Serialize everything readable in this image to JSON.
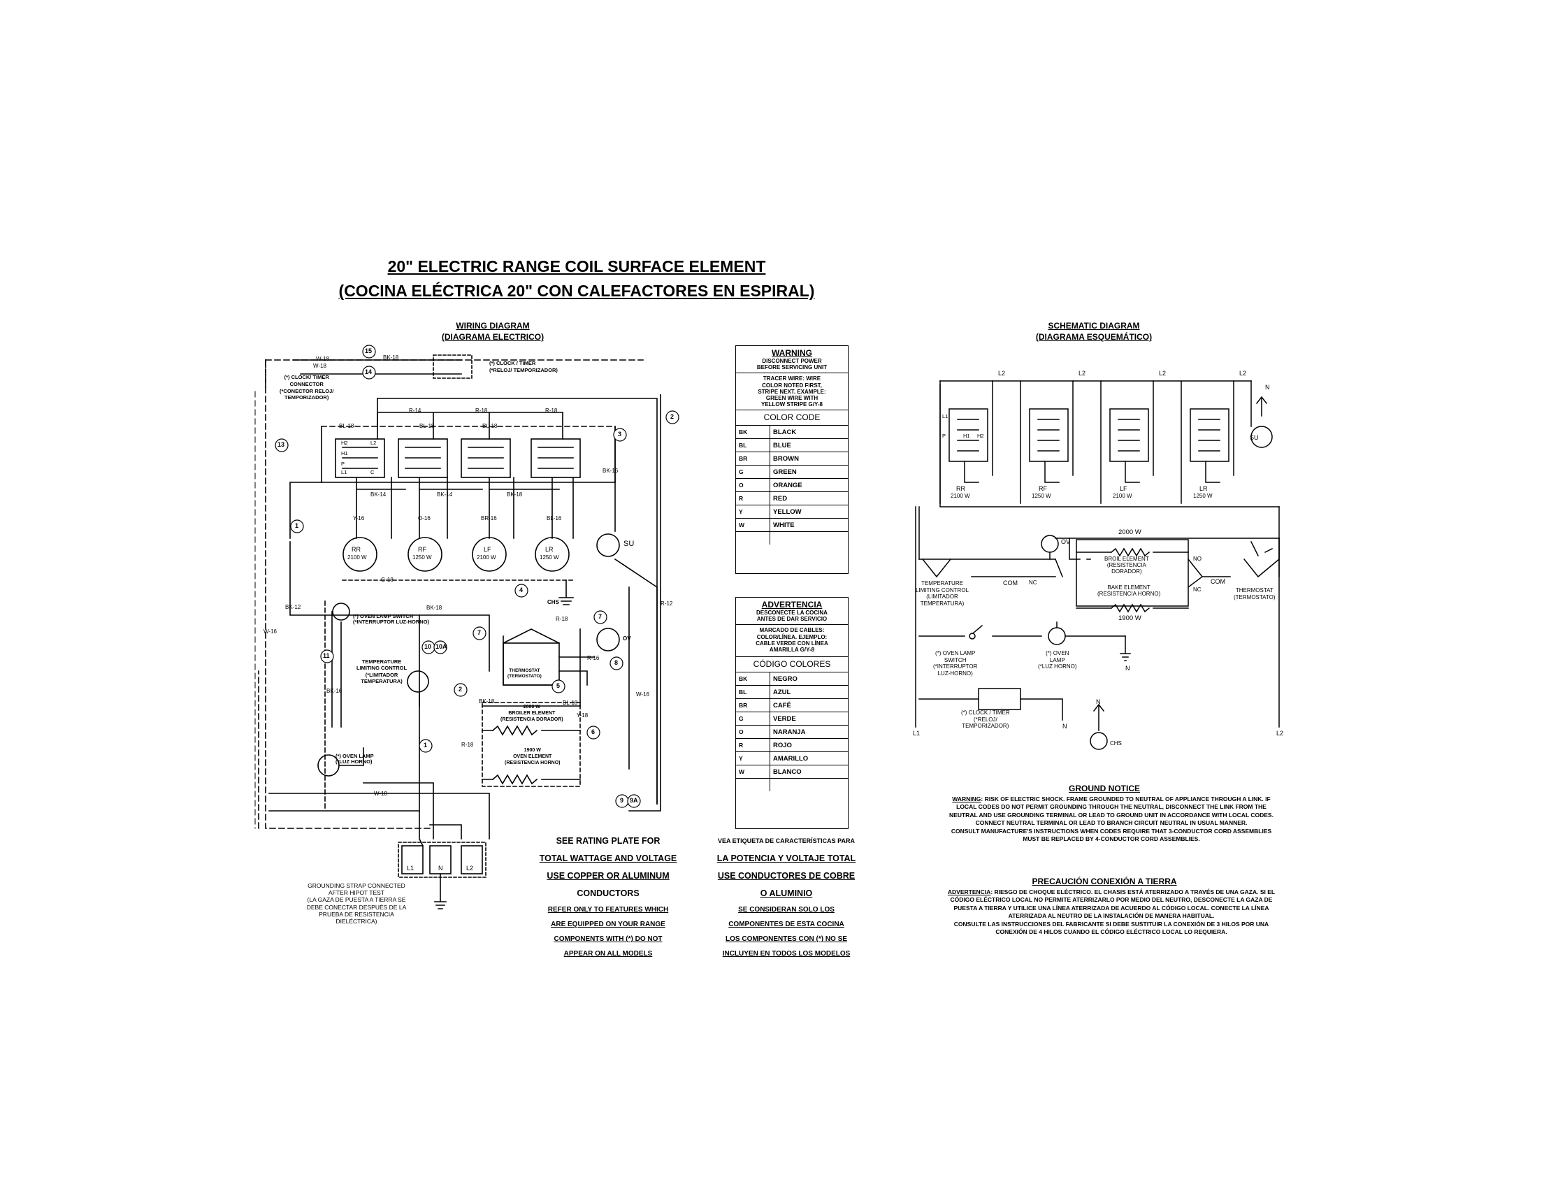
{
  "title": {
    "line1": "20\" ELECTRIC RANGE COIL SURFACE ELEMENT",
    "line2": "(COCINA ELÉCTRICA 20\" CON CALEFACTORES EN ESPIRAL)"
  },
  "wiring": {
    "heading": "WIRING DIAGRAM",
    "heading_es": "(DIAGRAMA ELECTRICO)",
    "clock_connector": "(*) CLOCK/ TIMER\nCONNECTOR\n(*CONECTOR RELOJ/\nTEMPORIZADOR)",
    "clock_timer": "(*) CLOCK / TIMER\n(*RELOJ/ TEMPORIZADOR)",
    "wires": [
      "W-18",
      "BK-18",
      "R-14",
      "R-18",
      "R-18",
      "BL-18",
      "BL-18",
      "BL-18",
      "BK-14",
      "BK-14",
      "BK-18",
      "BK-16",
      "Y-16",
      "O-16",
      "BR-16",
      "BL-16",
      "G-18",
      "BK-12",
      "W-16",
      "BK-16",
      "BK-18",
      "R-18",
      "R-16",
      "BL-18",
      "Y-18",
      "R-18",
      "W-18",
      "W-18",
      "R-12",
      "W-16",
      "BK-18"
    ],
    "callouts": [
      "15",
      "14",
      "13",
      "2",
      "3",
      "1",
      "4",
      "7",
      "7",
      "8",
      "11",
      "10",
      "10A",
      "2",
      "5",
      "6",
      "1",
      "9",
      "9A"
    ],
    "elements": [
      {
        "code": "RR",
        "watts": "2100 W"
      },
      {
        "code": "RF",
        "watts": "1250 W"
      },
      {
        "code": "LF",
        "watts": "2100 W"
      },
      {
        "code": "LR",
        "watts": "1250 W"
      }
    ],
    "switch_terminals": [
      "H2",
      "L2",
      "H1",
      "L1",
      "P",
      "C"
    ],
    "su": "SU",
    "chs": "CHS",
    "ov": "OV",
    "oven_lamp_switch": "(*) OVEN LAMP SWITCH\n(*INTERRUPTOR LUZ-HORNO)",
    "temp_limit": "TEMPERATURE\nLIMITING CONTROL\n(*LIMITADOR\nTEMPERATURA)",
    "thermostat": "THERMOSTAT\n(TERMOSTATO)",
    "broiler": "2000 W\nBROILER ELEMENT\n(RESISTENCIA DORADOR)",
    "oven_element": "1900 W\nOVEN ELEMENT\n(RESISTENCIA HORNO)",
    "oven_lamp": "(*) OVEN LAMP\n(*LUZ HORNO)",
    "terminals": [
      "L1",
      "N",
      "L2"
    ],
    "grounding": "GROUNDING STRAP CONNECTED\nAFTER HIPOT TEST\n(LA GAZA DE PUESTA A TIERRA SE\nDEBE CONECTAR DESPUÉS DE LA\nPRUEBA DE RESISTENCIA\nDIELÉCTRICA)"
  },
  "notes_en": [
    "SEE RATING PLATE FOR",
    "TOTAL WATTAGE AND VOLTAGE",
    "USE COPPER OR ALUMINUM",
    "CONDUCTORS",
    "REFER ONLY TO FEATURES WHICH",
    "ARE EQUIPPED ON YOUR RANGE",
    "COMPONENTS WITH (*) DO NOT",
    "APPEAR ON ALL MODELS"
  ],
  "notes_es": [
    "VEA ETIQUETA DE CARACTERÍSTICAS PARA",
    "LA POTENCIA Y VOLTAJE TOTAL",
    "USE CONDUCTORES DE COBRE",
    "O ALUMINIO",
    "SE CONSIDERAN SOLO LOS",
    "COMPONENTES DE ESTA COCINA",
    "LOS COMPONENTES CON (*) NO SE",
    "INCLUYEN EN TODOS LOS MODELOS"
  ],
  "warning": {
    "title": "WARNING",
    "line": "DISCONNECT POWER\nBEFORE SERVICING UNIT",
    "tracer": "TRACER WIRE: WIRE\nCOLOR NOTED FIRST,\nSTRIPE NEXT. EXAMPLE:\nGREEN WIRE WITH\nYELLOW STRIPE G/Y-8",
    "code_title": "COLOR CODE",
    "codes": [
      [
        "BK",
        "BLACK"
      ],
      [
        "BL",
        "BLUE"
      ],
      [
        "BR",
        "BROWN"
      ],
      [
        "G",
        "GREEN"
      ],
      [
        "O",
        "ORANGE"
      ],
      [
        "R",
        "RED"
      ],
      [
        "Y",
        "YELLOW"
      ],
      [
        "W",
        "WHITE"
      ]
    ]
  },
  "advertencia": {
    "title": "ADVERTENCIA",
    "line": "DESCONECTE LA COCINA\nANTES DE DAR SERVICIO",
    "tracer": "MARCADO DE CABLES:\nCOLOR/LÍNEA. EJEMPLO:\nCABLE VERDE CON LÍNEA\nAMARILLA G/Y-8",
    "code_title": "CÓDIGO COLORES",
    "codes": [
      [
        "BK",
        "NEGRO"
      ],
      [
        "BL",
        "AZUL"
      ],
      [
        "BR",
        "CAFÉ"
      ],
      [
        "G",
        "VERDE"
      ],
      [
        "O",
        "NARANJA"
      ],
      [
        "R",
        "ROJO"
      ],
      [
        "Y",
        "AMARILLO"
      ],
      [
        "W",
        "BLANCO"
      ]
    ]
  },
  "schematic": {
    "heading": "SCHEMATIC DIAGRAM",
    "heading_es": "(DIAGRAMA ESQUEMÁTICO)",
    "l2": "L2",
    "l1": "L1",
    "n": "N",
    "su": "SU",
    "switch_labels": [
      "L1",
      "P",
      "H1",
      "H2"
    ],
    "elements": [
      {
        "code": "RR",
        "watts": "2100 W"
      },
      {
        "code": "RF",
        "watts": "1250 W"
      },
      {
        "code": "LF",
        "watts": "2100 W"
      },
      {
        "code": "LR",
        "watts": "1250 W"
      }
    ],
    "broil_w": "2000 W",
    "broil": "BROIL ELEMENT\n(RESISTENCIA\nDORADOR)",
    "bake": "BAKE ELEMENT\n(RESISTENCIA HORNO)",
    "bake_w": "1900 W",
    "ov": "OV",
    "temp_limit": "TEMPERATURE\nLIMITING CONTROL\n(LIMITADOR\nTEMPERATURA)",
    "com": "COM",
    "nc": "NC",
    "no": "NO",
    "thermostat": "THERMOSTAT\n(TERMOSTATO)",
    "oven_lamp_switch": "(*) OVEN LAMP\nSWITCH\n(*INTERRUPTOR\nLUZ-HORNO)",
    "oven_lamp": "(*) OVEN\nLAMP\n(*LUZ HORNO)",
    "clock": "(*) CLOCK / TIMER\n(*RELOJ/\nTEMPORIZADOR)",
    "chs": "CHS"
  },
  "ground_notice": {
    "title": "GROUND NOTICE",
    "warning_label": "WARNING",
    "text": ": RISK OF ELECTRIC SHOCK. FRAME GROUNDED TO NEUTRAL OF APPLIANCE THROUGH A LINK. IF LOCAL CODES DO NOT PERMIT GROUNDING THROUGH THE NEUTRAL, DISCONNECT THE LINK FROM THE NEUTRAL AND USE GROUNDING TERMINAL OR LEAD TO GROUND UNIT IN ACCORDANCE WITH LOCAL CODES. CONNECT NEUTRAL TERMINAL OR LEAD TO BRANCH CIRCUIT NEUTRAL IN USUAL MANNER.",
    "consult": "CONSULT MANUFACTURE'S INSTRUCTIONS WHEN CODES REQUIRE THAT 3-CONDUCTOR CORD ASSEMBLIES MUST BE REPLACED BY 4-CONDUCTOR CORD ASSEMBLIES."
  },
  "precaucion": {
    "title": "PRECAUCIÓN CONEXIÓN A TIERRA",
    "label": "ADVERTENCIA",
    "text": ": RIESGO DE CHOQUE ELÉCTRICO. EL CHASIS ESTÁ ATERRIZADO A TRAVÉS DE UNA GAZA. SI EL CÓDIGO ELÉCTRICO LOCAL NO PERMITE ATERRIZARLO POR MEDIO DEL NEUTRO, DESCONECTE LA GAZA DE PUESTA A TIERRA Y UTILICE UNA LÍNEA ATERRIZADA DE ACUERDO AL CÓDIGO LOCAL. CONECTE LA LÍNEA ATERRIZADA AL NEUTRO DE LA INSTALACIÓN DE MANERA HABITUAL.",
    "consult": "CONSULTE LAS INSTRUCCIONES DEL FABRICANTE SI DEBE SUSTITUIR LA CONEXIÓN DE 3 HILOS POR UNA CONEXIÓN DE 4 HILOS CUANDO EL CÓDIGO ELÉCTRICO LOCAL LO REQUIERA."
  }
}
